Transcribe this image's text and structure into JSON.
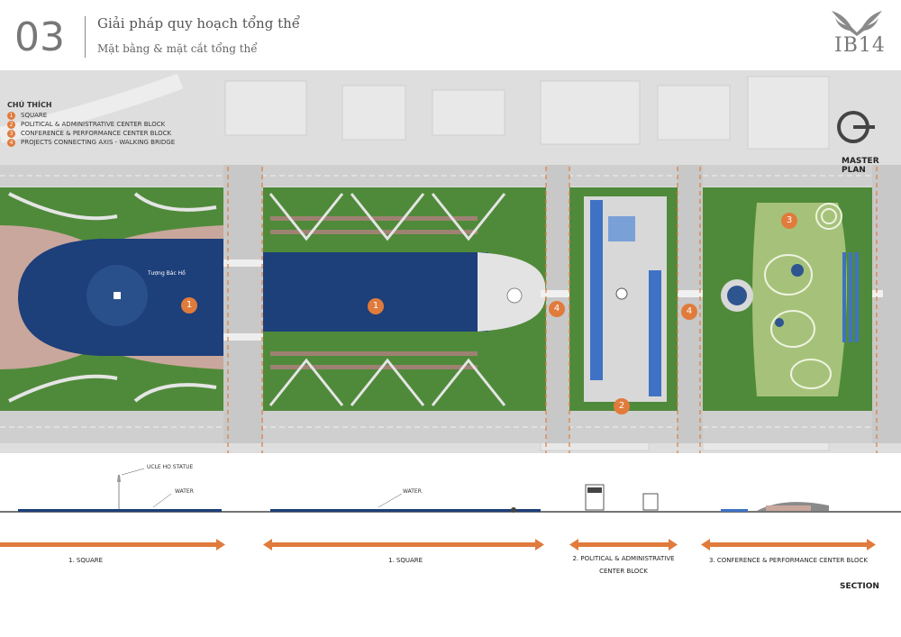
{
  "header": {
    "number": "03",
    "title": "Giải pháp quy hoạch tổng thể",
    "subtitle": "Mặt bằng & mặt cắt tổng thể",
    "logo_text": "IB14"
  },
  "legend": {
    "heading": "CHÚ THÍCH",
    "items": [
      {
        "num": "1",
        "label": "SQUARE"
      },
      {
        "num": "2",
        "label": "POLITICAL & ADMINISTRATIVE CENTER BLOCK"
      },
      {
        "num": "3",
        "label": "CONFERENCE & PERFORMANCE CENTER BLOCK"
      },
      {
        "num": "4",
        "label": "PROJECTS CONNECTING AXIS - WALKING BRIDGE"
      }
    ]
  },
  "plan": {
    "label": "MASTER PLAN",
    "statue_label": "Tượng Bác Hồ",
    "badges": [
      "1",
      "1",
      "4",
      "4",
      "2",
      "3"
    ]
  },
  "section": {
    "title": "SECTION",
    "annotations": {
      "statue": "UCLE HO STATUE",
      "water_1": "WATER",
      "water_2": "WATER"
    },
    "labels": {
      "square_1": "1. SQUARE",
      "square_2": "1. SQUARE",
      "political_1": "2. POLITICAL & ADMINISTRATIVE",
      "political_2": "CENTER BLOCK",
      "conference": "3. CONFERENCE & PERFORMANCE CENTER BLOCK"
    }
  },
  "colors": {
    "accent": "#e07b3c",
    "water": "#1d3f7a",
    "green": "#4f8a3a",
    "road": "#cfcfcf"
  }
}
